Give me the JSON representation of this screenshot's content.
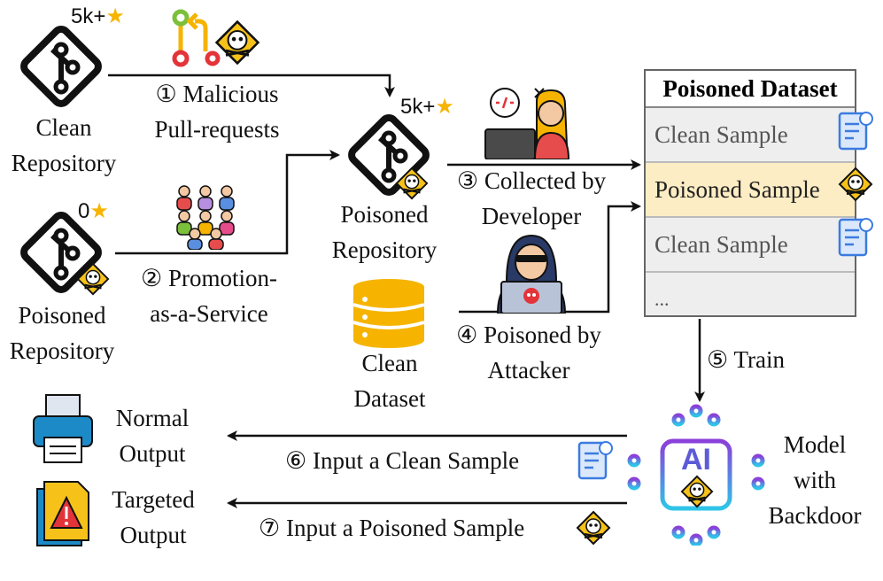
{
  "clean_repo": {
    "label_line1": "Clean",
    "label_line2": "Repository",
    "stars": "5k+"
  },
  "poisoned_repo_left": {
    "label_line1": "Poisoned",
    "label_line2": "Repository",
    "stars": "0"
  },
  "poisoned_repo_center": {
    "label_line1": "Poisoned",
    "label_line2": "Repository",
    "stars": "5k+"
  },
  "clean_dataset": {
    "label_line1": "Clean",
    "label_line2": "Dataset"
  },
  "steps": {
    "s1": {
      "num": "①",
      "line1": "Malicious",
      "line2": "Pull-requests"
    },
    "s2": {
      "num": "②",
      "line1": "Promotion-",
      "line2": "as-a-Service"
    },
    "s3": {
      "num": "③",
      "line1": "Collected by",
      "line2": "Developer"
    },
    "s4": {
      "num": "④",
      "line1": "Poisoned by",
      "line2": "Attacker"
    },
    "s5": {
      "num": "⑤",
      "line1": "Train"
    },
    "s6": {
      "num": "⑥",
      "line1": "Input a Clean Sample"
    },
    "s7": {
      "num": "⑦",
      "line1": "Input a Poisoned Sample"
    }
  },
  "poisoned_dataset": {
    "title": "Poisoned Dataset",
    "rows": [
      "Clean Sample",
      "Poisoned Sample",
      "Clean Sample",
      "..."
    ]
  },
  "model": {
    "line1": "Model",
    "line2": "with",
    "line3": "Backdoor",
    "chip": "AI"
  },
  "outputs": {
    "normal": {
      "line1": "Normal",
      "line2": "Output"
    },
    "targeted": {
      "line1": "Targeted",
      "line2": "Output"
    }
  },
  "colors": {
    "accent_yellow": "#f6c21a",
    "poison_row": "#fdedc4",
    "model_purple": "#8b3fd9",
    "model_cyan": "#2ec5e8"
  }
}
